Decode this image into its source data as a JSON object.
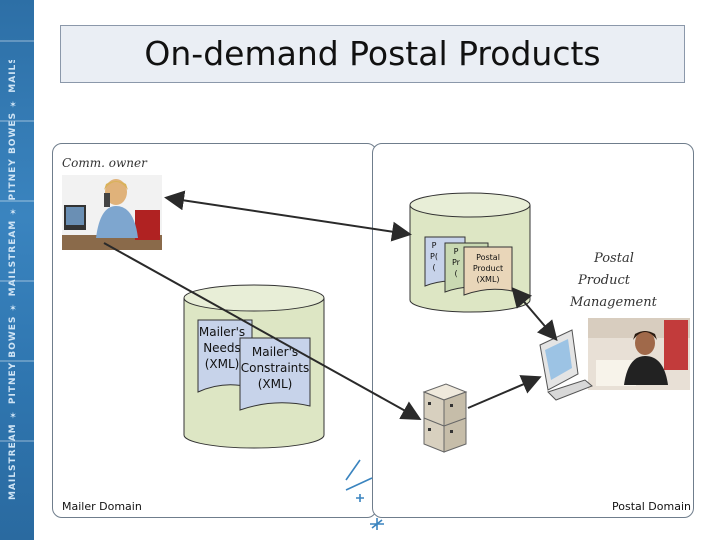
{
  "title": "On-demand Postal Products",
  "sidebar": {
    "text": "MAILSTREAM ✶ PITNEY BOWES ✶ MAILSTREAM ✶ PITNEY BOWES ✶ MAILSTREAM"
  },
  "mailer_domain": {
    "label": "Mailer Domain",
    "actor_label": "Comm. owner",
    "docs": {
      "needs": [
        "Mailer's",
        "Needs",
        "(XML)"
      ],
      "constraints": [
        "Mailer's",
        "Constraints",
        "(XML)"
      ]
    }
  },
  "postal_domain": {
    "label": "Postal Domain",
    "management_label": [
      "Postal",
      "Product",
      "Management"
    ],
    "product_doc": [
      "Postal",
      "Product",
      "(XML)"
    ],
    "back_doc_1": [
      "P",
      "P(",
      "("
    ],
    "back_doc_2": [
      "P",
      "Pr",
      "("
    ]
  },
  "colors": {
    "cylinder_fill": "#dde6c4",
    "cylinder_stroke": "#333333",
    "doc_fill_mailer": "#c7d3ea",
    "doc_fill_product": "#e9d6b9",
    "doc_fill_back2": "#c9d9b2",
    "arrow": "#2a2a2a"
  }
}
